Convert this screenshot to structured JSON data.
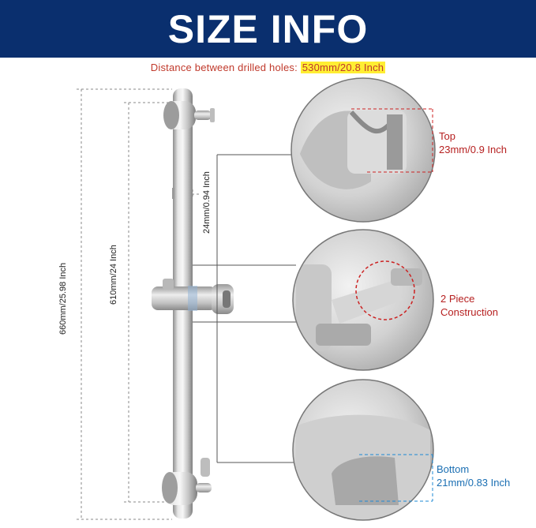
{
  "header": {
    "title": "SIZE INFO"
  },
  "subtitle": {
    "prefix": "Distance between drilled holes: ",
    "highlight": "530mm/20.8 Inch"
  },
  "dimensions": {
    "overall": "660mm/25.98 Inch",
    "pipe": "610mm/24 Inch",
    "diameter": "24mm/0.94 Inch"
  },
  "callouts": {
    "top": {
      "title": "Top",
      "value": "23mm/0.9 Inch"
    },
    "middle": {
      "line1": "2 Piece",
      "line2": "Construction"
    },
    "bottom": {
      "title": "Bottom",
      "value": "21mm/0.83 Inch"
    }
  },
  "colors": {
    "header_bg": "#0a2f6e",
    "highlight": "#ffee33",
    "red_dash": "#cc2222",
    "blue_dash": "#1e8ad6",
    "steel": "#c9c9c9"
  }
}
